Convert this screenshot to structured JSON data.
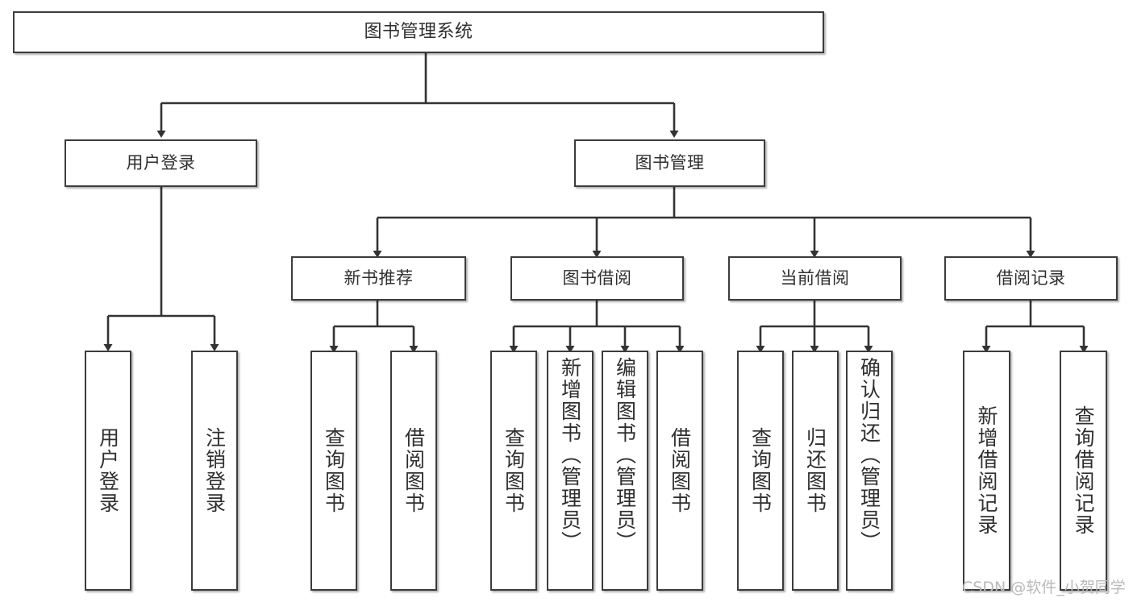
{
  "diagram": {
    "title": "图书管理系统",
    "type": "tree-hierarchy-chart",
    "root": {
      "label": "图书管理系统"
    },
    "level2": [
      {
        "label": "用户登录"
      },
      {
        "label": "图书管理"
      }
    ],
    "level3": [
      {
        "label": "新书推荐"
      },
      {
        "label": "图书借阅"
      },
      {
        "label": "当前借阅"
      },
      {
        "label": "借阅记录"
      }
    ],
    "leaves": {
      "user_login": [
        {
          "label": "用户登录"
        },
        {
          "label": "注销登录"
        }
      ],
      "new_book_recommend": [
        {
          "label": "查询图书"
        },
        {
          "label": "借阅图书"
        }
      ],
      "book_borrow": [
        {
          "label": "查询图书"
        },
        {
          "label": "新增图书（管理员）"
        },
        {
          "label": "编辑图书（管理员）"
        },
        {
          "label": "借阅图书"
        }
      ],
      "current_borrow": [
        {
          "label": "查询图书"
        },
        {
          "label": "归还图书"
        },
        {
          "label": "确认归还（管理员）"
        }
      ],
      "borrow_record": [
        {
          "label": "新增借阅记录"
        },
        {
          "label": "查询借阅记录"
        }
      ]
    }
  },
  "watermark": {
    "text": "CSDN @软件_小贺同学"
  },
  "colors": {
    "border": "#3c3c3c",
    "text": "#2f2f2f",
    "background": "#ffffff",
    "connector": "#333333",
    "watermark": "#b9b9b9"
  }
}
